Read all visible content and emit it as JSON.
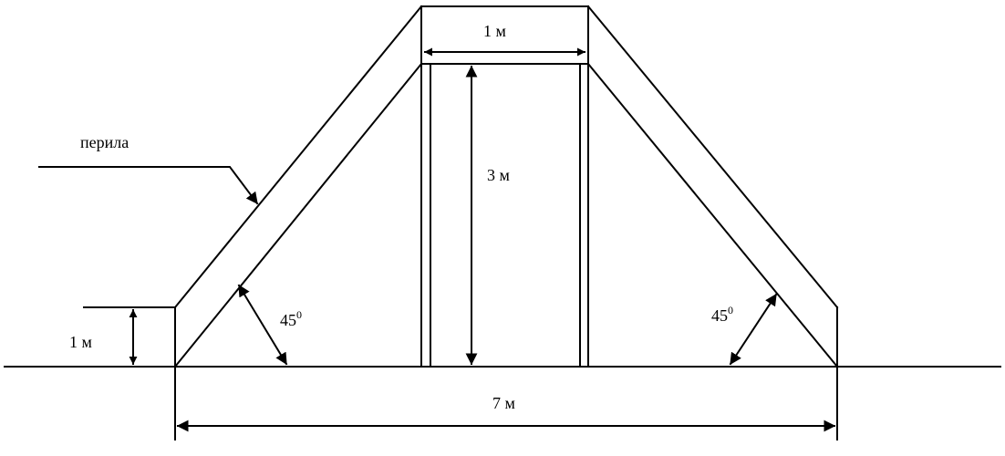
{
  "labels": {
    "railing": "перила",
    "top_width": "1 м",
    "height": "3 м",
    "railing_height": "1 м",
    "angle_left": "45",
    "angle_right": "45",
    "angle_unit": "0",
    "base_width": "7 м"
  },
  "colors": {
    "stroke": "#000000",
    "background": "#ffffff"
  }
}
